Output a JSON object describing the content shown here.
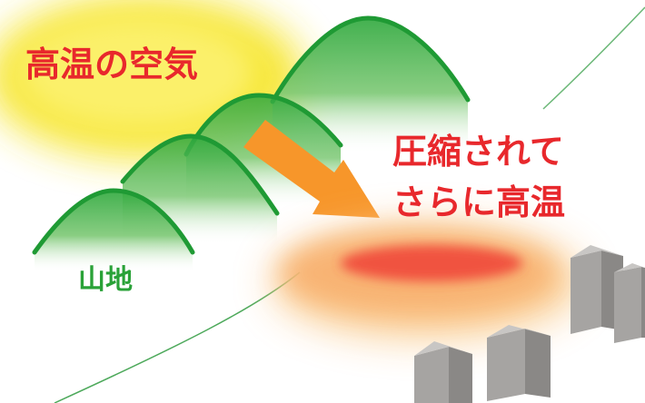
{
  "labels": {
    "hot_air": "高温の空気",
    "compressed_line1": "圧縮されて",
    "compressed_line2": "さらに高温",
    "mountains": "山地"
  },
  "colors": {
    "hot_text": "#e8282c",
    "mountain_text": "#2aa238",
    "mountain_green": "#1f9a34",
    "air_yellow": "#f7e43c",
    "arrow_orange": "#f7962a",
    "heat_red": "#f04a3a",
    "building_gray": "#9c9a99"
  },
  "icons": [
    "hot-air-glow",
    "mountain-ridge",
    "descending-arrow",
    "heat-zone",
    "city-buildings"
  ]
}
